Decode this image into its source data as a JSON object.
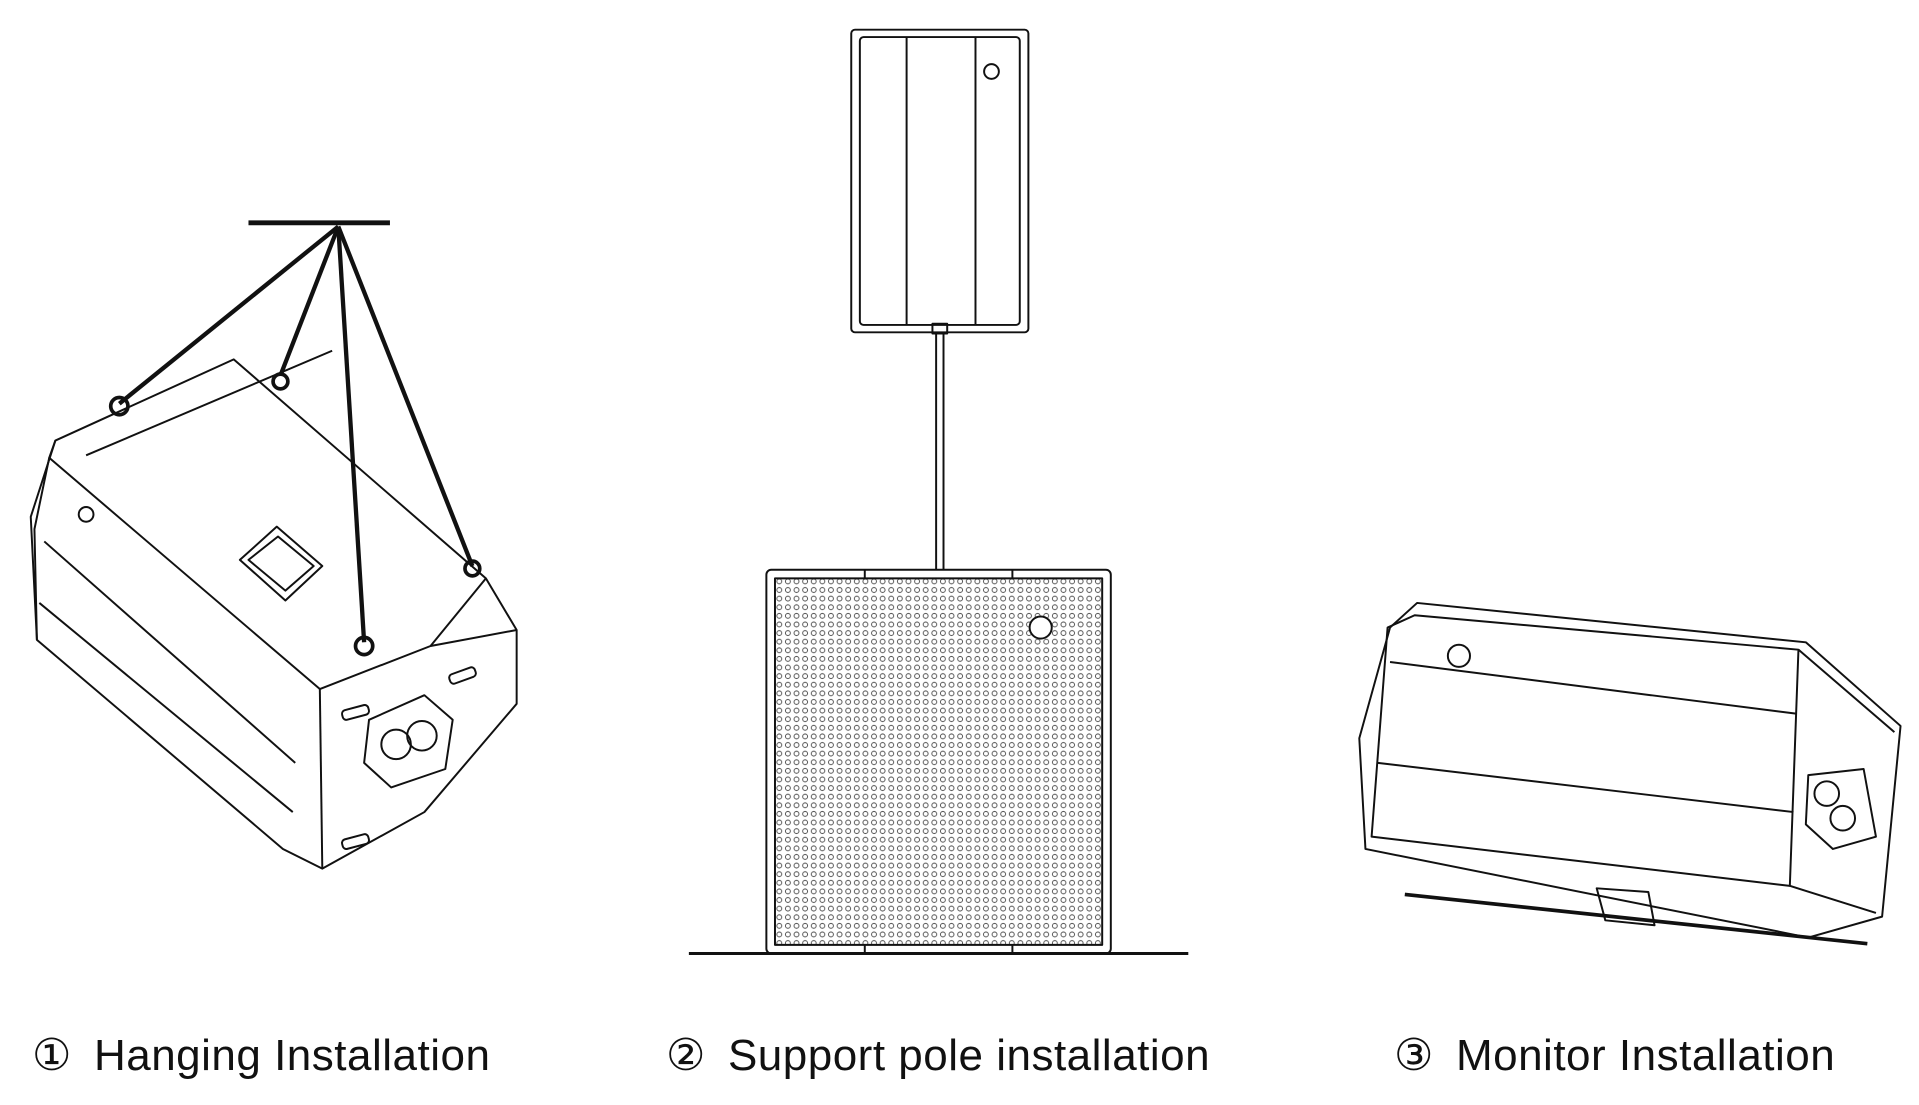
{
  "figures": [
    {
      "number": "①",
      "caption": "Hanging Installation"
    },
    {
      "number": "②",
      "caption": "Support pole installation"
    },
    {
      "number": "③",
      "caption": "Monitor Installation"
    }
  ],
  "colors": {
    "line": "#111111",
    "background": "#ffffff"
  }
}
